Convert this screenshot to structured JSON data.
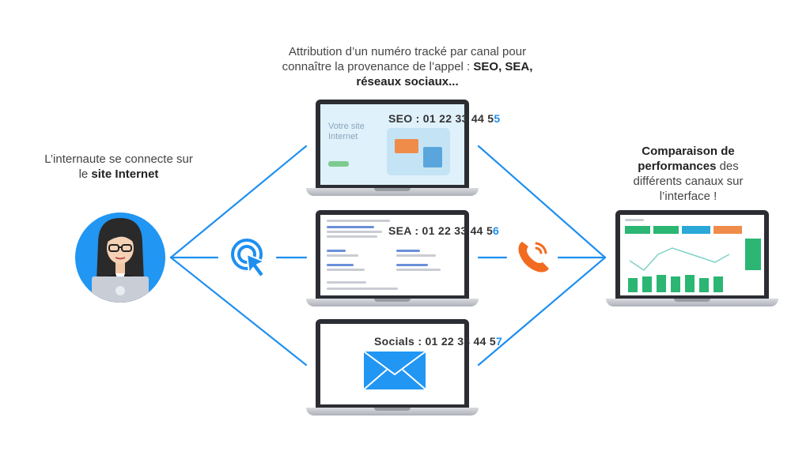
{
  "top_caption": {
    "line1": "Attribution d’un numéro tracké par canal pour",
    "line2_prefix": "connaître la provenance de l’appel : ",
    "line2_bold": "SEO, SEA,",
    "line3_bold": "réseaux sociaux..."
  },
  "left_caption": {
    "line1": "L’internaute se connecte sur",
    "line2_prefix": "le ",
    "line2_bold": "site Internet"
  },
  "right_caption": {
    "line1_bold": "Comparaison de",
    "line2_bold": "performances",
    "line2_suffix": " des",
    "line3": "différents canaux sur",
    "line4": "l’interface !"
  },
  "laptops": {
    "seo": {
      "label_prefix": "SEO : 01 22 33 44 5",
      "label_digit": "5",
      "site_title_1": "Votre site",
      "site_title_2": "Internet"
    },
    "sea": {
      "label_prefix": "SEA : 01 22 33 44 5",
      "label_digit": "6"
    },
    "social": {
      "label_prefix": "Socials : 01 22 33 44 5",
      "label_digit": "7"
    }
  },
  "colors": {
    "line_blue": "#1e8ff0",
    "avatar_circle": "#2196f3",
    "phone_orange": "#f26b21",
    "envelope_blue": "#2196f3",
    "dashboard_green": "#2bb673",
    "dashboard_blue": "#2aa8d8",
    "dashboard_orange": "#ef8c4a"
  },
  "icons": {
    "click": "cursor-click-icon",
    "phone": "phone-ringing-icon",
    "email": "envelope-icon",
    "user": "woman-avatar-icon"
  }
}
